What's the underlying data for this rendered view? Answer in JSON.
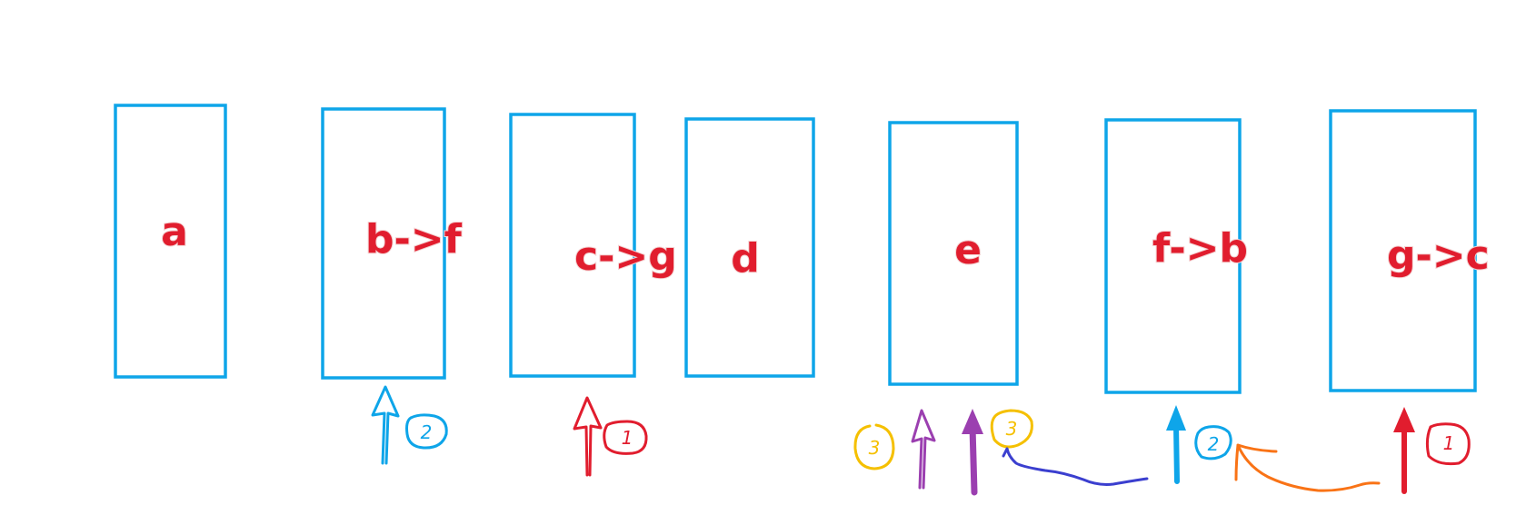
{
  "colors": {
    "box": "#0ea5e9",
    "label": "#e11d2e",
    "blue": "#0ea5e9",
    "red": "#e11d2e",
    "purple": "#9b3fb0",
    "yellow": "#f5c000",
    "orange": "#f97316",
    "navy": "#3b3fcf"
  },
  "boxes": [
    {
      "id": "a",
      "label": "a"
    },
    {
      "id": "b",
      "label": "b->f"
    },
    {
      "id": "c",
      "label": "c->g"
    },
    {
      "id": "d",
      "label": "d"
    },
    {
      "id": "e",
      "label": "e"
    },
    {
      "id": "f",
      "label": "f->b"
    },
    {
      "id": "g",
      "label": "g->c"
    }
  ],
  "step_badges": [
    {
      "id": "b-step",
      "number": "2",
      "color": "blue"
    },
    {
      "id": "c-step",
      "number": "1",
      "color": "red"
    },
    {
      "id": "e-left-step",
      "number": "3",
      "color": "yellow"
    },
    {
      "id": "e-right-step",
      "number": "3",
      "color": "yellow"
    },
    {
      "id": "f-step",
      "number": "2",
      "color": "blue"
    },
    {
      "id": "g-step",
      "number": "1",
      "color": "red"
    }
  ]
}
